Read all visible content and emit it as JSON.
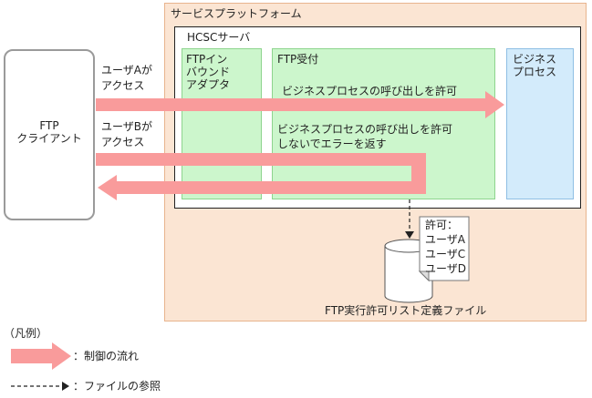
{
  "platform": {
    "label": "サービスプラットフォーム"
  },
  "server": {
    "label": "HCSCサーバ"
  },
  "adapter": {
    "label_lines": [
      "FTPイン",
      "バウンド",
      "アダプタ"
    ]
  },
  "ftp_receive": {
    "label": "FTP受付",
    "allow_text": "ビジネスプロセスの呼び出しを許可",
    "deny_lines": [
      "ビジネスプロセスの呼び出しを許可",
      "しないでエラーを返す"
    ]
  },
  "business_process": {
    "label_lines": [
      "ビジネス",
      "プロセス"
    ]
  },
  "client": {
    "label_lines": [
      "FTP",
      "クライアント"
    ]
  },
  "access_a": {
    "lines": [
      "ユーザAが",
      "アクセス"
    ]
  },
  "access_b": {
    "lines": [
      "ユーザBが",
      "アクセス"
    ]
  },
  "permission_list": {
    "lines": [
      "許可：",
      "ユーザA",
      "ユーザC",
      "ユーザD"
    ],
    "file_label": "FTP実行許可リスト定義ファイル"
  },
  "legend": {
    "title": "（凡例）",
    "control_flow": "：制御の流れ",
    "file_reference": "：ファイルの参照"
  },
  "colors": {
    "flow_arrow": "#f99b9b",
    "platform_fill": "#fbe5d3",
    "component_fill": "#ccf6cc",
    "business_fill": "#d3ebfb"
  }
}
